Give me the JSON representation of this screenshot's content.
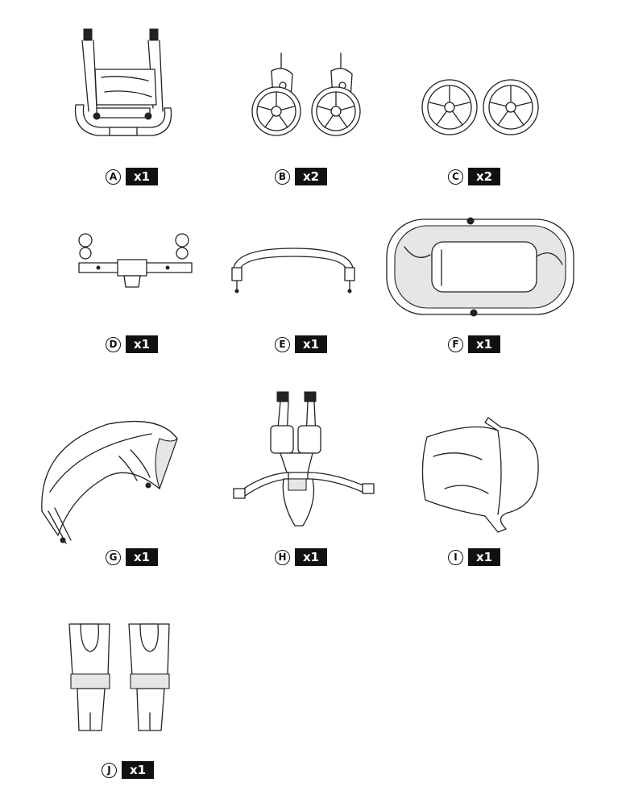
{
  "parts": [
    {
      "id": "A",
      "letter": "A",
      "quantity": "x1",
      "name": "stroller-frame-icon"
    },
    {
      "id": "B",
      "letter": "B",
      "quantity": "x2",
      "name": "front-swivel-wheel-icon"
    },
    {
      "id": "C",
      "letter": "C",
      "quantity": "x2",
      "name": "rear-wheel-icon"
    },
    {
      "id": "D",
      "letter": "D",
      "quantity": "x1",
      "name": "rear-axle-icon"
    },
    {
      "id": "E",
      "letter": "E",
      "quantity": "x1",
      "name": "bumper-bar-icon"
    },
    {
      "id": "F",
      "letter": "F",
      "quantity": "x1",
      "name": "bassinet-icon"
    },
    {
      "id": "G",
      "letter": "G",
      "quantity": "x1",
      "name": "canopy-icon"
    },
    {
      "id": "H",
      "letter": "H",
      "quantity": "x1",
      "name": "harness-icon"
    },
    {
      "id": "I",
      "letter": "I",
      "quantity": "x1",
      "name": "foot-cover-icon"
    },
    {
      "id": "J",
      "letter": "J",
      "quantity": "x1",
      "name": "car-seat-adapters-icon"
    }
  ]
}
